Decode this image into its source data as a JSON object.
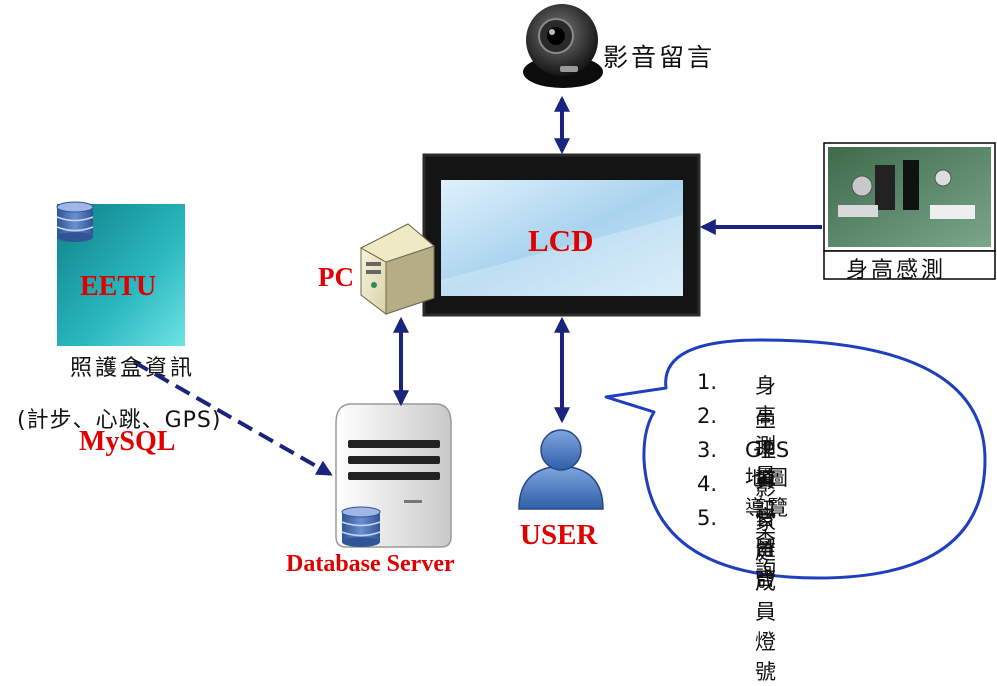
{
  "camera": {
    "label": "影音留言"
  },
  "sensor": {
    "label": "身高感測"
  },
  "lcd": {
    "label": "LCD"
  },
  "pc": {
    "label": "PC"
  },
  "eetu": {
    "label": "EETU",
    "caption_line1": "照護盒資訊",
    "caption_line2": "(計步、心跳、GPS)",
    "db_label": "MySQL"
  },
  "database_server": {
    "label": "Database Server"
  },
  "user": {
    "label": "USER"
  },
  "features": {
    "items": [
      {
        "num": "1.",
        "text": "身高測量"
      },
      {
        "num": "2.",
        "text": "生理資訊查詢"
      },
      {
        "num": "3.",
        "text": "GPS地圖導覽"
      },
      {
        "num": "4.",
        "text": "影音留言"
      },
      {
        "num": "5.",
        "text": "家庭成員燈號"
      }
    ]
  },
  "colors": {
    "arrow": "#1a237e",
    "label_red": "#e00000",
    "bubble_border": "#1f3fbf"
  }
}
